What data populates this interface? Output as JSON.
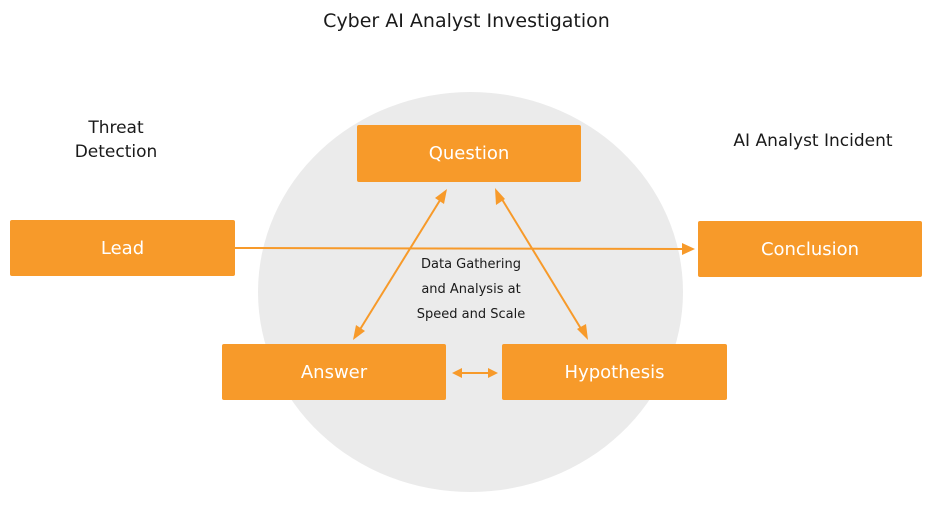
{
  "title": "Cyber AI Analyst Investigation",
  "labels": {
    "left": [
      "Threat",
      "Detection"
    ],
    "right": "AI Analyst Incident"
  },
  "nodes": {
    "question": "Question",
    "lead": "Lead",
    "conclusion": "Conclusion",
    "answer": "Answer",
    "hypothesis": "Hypothesis"
  },
  "center": [
    "Data Gathering",
    "and Analysis at",
    "Speed and Scale"
  ],
  "colors": {
    "accent": "#f79a2a",
    "circle": "#ebebeb",
    "text": "#1a1a1a"
  }
}
